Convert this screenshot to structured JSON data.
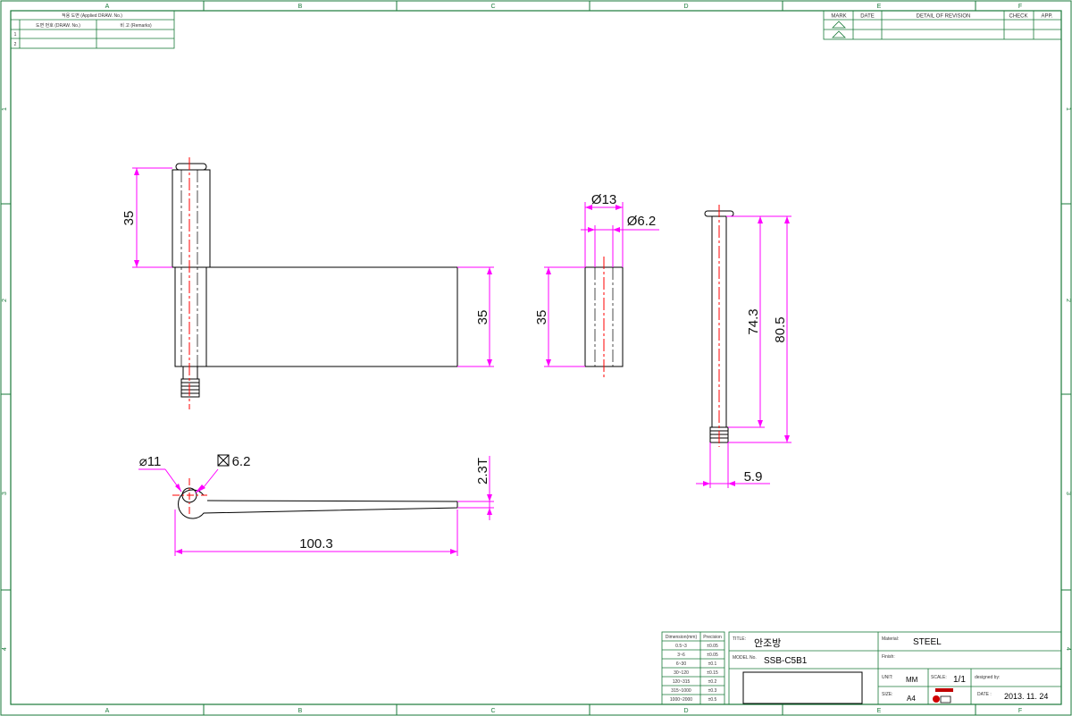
{
  "frame": {
    "columns": [
      "A",
      "B",
      "C",
      "D",
      "E",
      "F"
    ],
    "rows": [
      "1",
      "2",
      "3",
      "4"
    ]
  },
  "applied_table": {
    "header": "적용 도면 (Applied DRAW. No.)",
    "col1": "도면 번호 (DRAW. No.)",
    "col2": "비 고 (Remarks)",
    "rows": [
      "1",
      "2"
    ]
  },
  "revision_table": {
    "headers": [
      "MARK",
      "DATE",
      "DETAIL OF REVISION",
      "CHECK",
      "APP."
    ]
  },
  "dimensions": {
    "front_upper_height": "35",
    "front_leaf_height": "35",
    "side_outer_dia": "Ø13",
    "side_inner_dia": "Ø6.2",
    "side_height": "35",
    "pin_inner_length": "74.3",
    "pin_total_length": "80.5",
    "pin_tip": "5.9",
    "top_outer_dia": "⌀11",
    "top_square": "6.2",
    "top_thickness": "2.3T",
    "top_length": "100.3"
  },
  "tolerance_table": {
    "header_dim": "Dimension(mm)",
    "header_prec": "Precision",
    "rows": [
      {
        "dim": "0.5~3",
        "prec": "±0.05"
      },
      {
        "dim": "3~6",
        "prec": "±0.05"
      },
      {
        "dim": "6~30",
        "prec": "±0.1"
      },
      {
        "dim": "30~120",
        "prec": "±0.15"
      },
      {
        "dim": "120~315",
        "prec": "±0.2"
      },
      {
        "dim": "315~1000",
        "prec": "±0.3"
      },
      {
        "dim": "1000~2000",
        "prec": "±0.5"
      }
    ]
  },
  "title_block": {
    "title_label": "TITLE:",
    "title_value": "안조방",
    "model_label": "MODEL No.",
    "model_value": "SSB-C5B1",
    "material_label": "Material:",
    "material_value": "STEEL",
    "finish_label": "Finish:",
    "unit_label": "UNIT:",
    "unit_value": "MM",
    "scale_label": "SCALE:",
    "scale_value": "1/1",
    "designed_label": "designed by:",
    "size_label": "SIZE:",
    "size_value": "A4",
    "date_label": "DATE :",
    "date_value": "2013. 11. 24"
  },
  "colors": {
    "frame": "#1a7a3a",
    "dimension": "#ff00ff",
    "centerline": "#ff0000",
    "outline": "#000000"
  }
}
